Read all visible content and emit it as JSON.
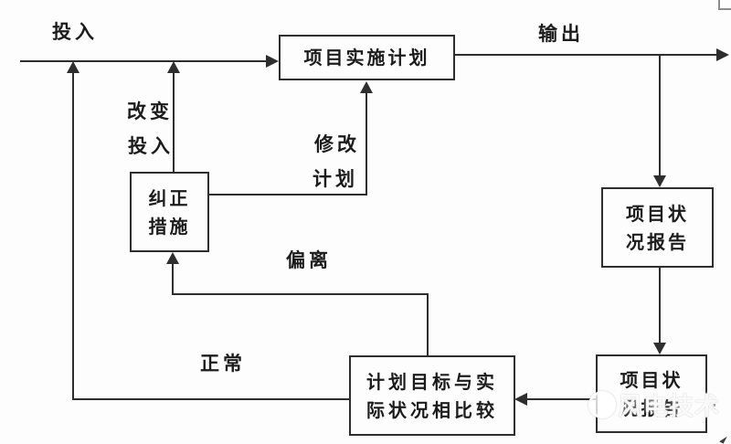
{
  "diagram": {
    "type": "flowchart",
    "topic": "project-control-feedback-loop",
    "labels": {
      "input": "投入",
      "output": "输出",
      "change_input_line1": "改变",
      "change_input_line2": "投入",
      "modify_plan_line1": "修改",
      "modify_plan_line2": "计划",
      "deviation": "偏离",
      "normal": "正常"
    },
    "boxes": {
      "plan": {
        "text": "项目实施计划"
      },
      "corrective": {
        "line1": "纠正",
        "line2": "措施"
      },
      "status_report": {
        "line1": "项目状",
        "line2": "况报告"
      },
      "status": {
        "line1": "项目状",
        "line2": "况报告"
      },
      "compare": {
        "line1": "计划目标与实",
        "line2": "际状况相比较"
      }
    },
    "edges": [
      "投入 → 项目实施计划",
      "项目实施计划 → 输出",
      "输出 → 项目状况报告",
      "项目状况报告 → 项目状况报告(下)",
      "项目状况(下) → 计划目标与实际状况相比较",
      "计划目标与实际状况相比较 →(偏离)→ 纠正措施",
      "纠正措施 →(改变投入)→ 投入",
      "纠正措施 →(修改计划)→ 项目实施计划",
      "计划目标与实际状况相比较 →(正常)→ 投入"
    ],
    "watermark": {
      "text": "风电技术"
    },
    "artifacts": {
      "colon": ":"
    },
    "colors": {
      "line": "#2e2e2e",
      "text": "#1c1c1c",
      "background": "#fdfdfd",
      "watermark": "#ffffff"
    }
  }
}
